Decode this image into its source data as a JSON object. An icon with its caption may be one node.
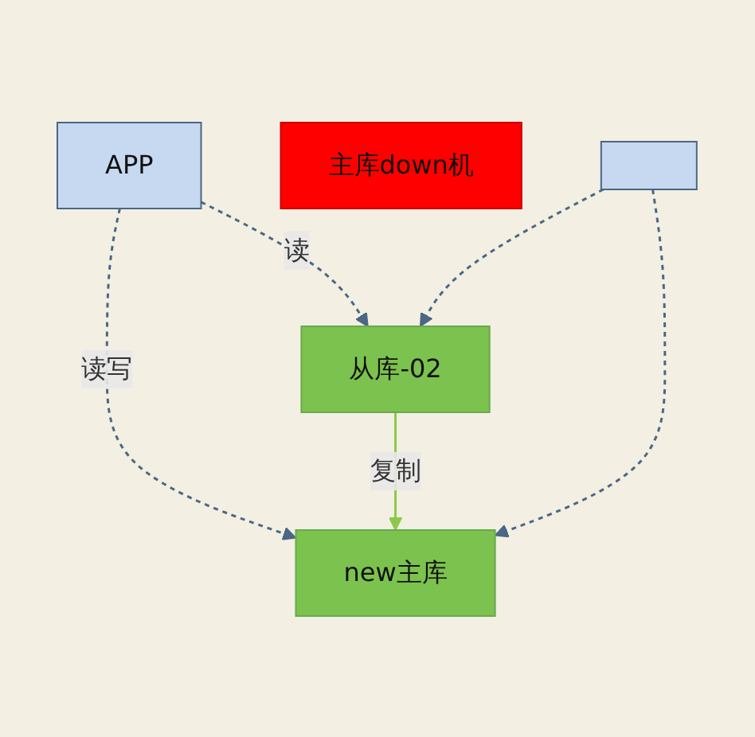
{
  "diagram": {
    "nodes": [
      {
        "text": [
          "APP"
        ]
      },
      {
        "text": [
          "主库down机"
        ]
      },
      {
        "text": [
          "new主库"
        ]
      },
      {
        "text": [
          "从库-02"
        ]
      },
      {
        "text": [],
        "shape": "box"
      }
    ],
    "edges": [
      {
        "from": 0,
        "to": 2,
        "arrow": "to",
        "label": "读写",
        "style": "dashed"
      },
      {
        "from": 0,
        "to": 3,
        "arrow": "to",
        "label": "读",
        "style": "dashed"
      },
      {
        "from": 3,
        "to": 2,
        "arrow": "to",
        "label": "复制",
        "color": "#8cc84b"
      },
      {
        "from": 4,
        "to": 2,
        "arrow": "to",
        "style": "dashed"
      },
      {
        "from": 4,
        "to": 3,
        "arrow": "to",
        "style": "dashed"
      }
    ]
  }
}
